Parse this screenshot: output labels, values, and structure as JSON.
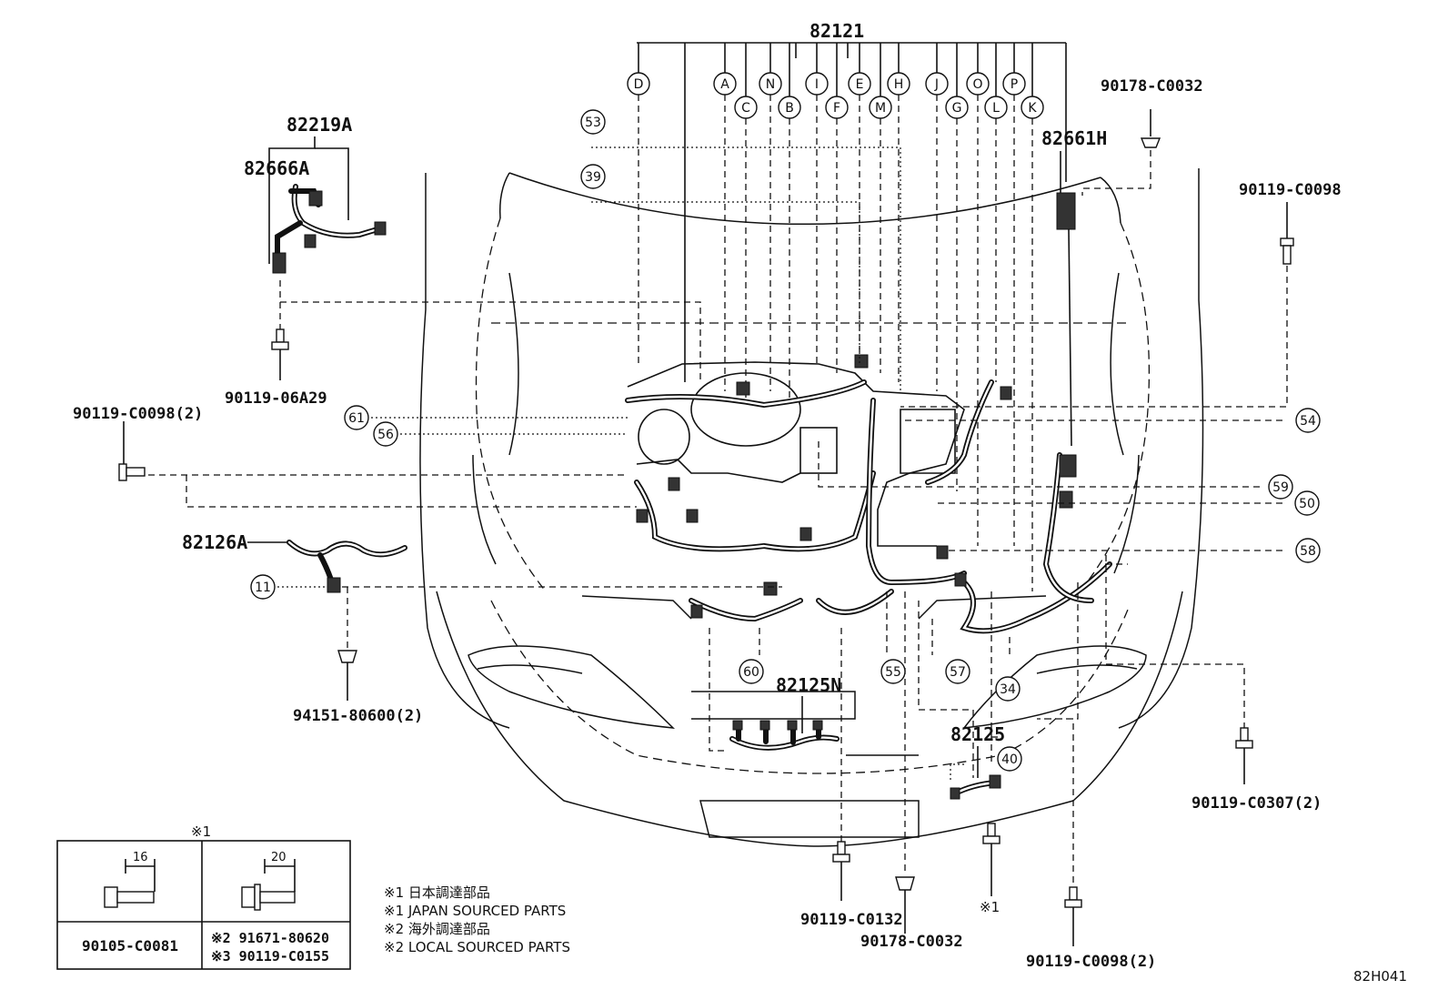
{
  "main_part": "82121",
  "top_connectors": [
    "D",
    "A",
    "C",
    "N",
    "B",
    "I",
    "F",
    "E",
    "M",
    "H",
    "J",
    "G",
    "O",
    "L",
    "P",
    "K"
  ],
  "parts": {
    "p82219A": "82219A",
    "p82666A": "82666A",
    "p82661H": "82661H",
    "p82126A": "82126A",
    "p82125N": "82125N",
    "p82125": "82125"
  },
  "fasteners": {
    "f_90178_top": "90178-C0032",
    "f_90119_c0098_right": "90119-C0098",
    "f_90119_06a29": "90119-06A29",
    "f_90119_c0098_2_left": "90119-C0098(2)",
    "f_94151": "94151-80600(2)",
    "f_90119_c0307": "90119-C0307(2)",
    "f_90119_c0132": "90119-C0132",
    "f_90178_bottom": "90178-C0032",
    "f_90119_c0098_2_bottom": "90119-C0098(2)",
    "f_note1": "※1"
  },
  "callouts": [
    "53",
    "39",
    "61",
    "56",
    "54",
    "59",
    "50",
    "58",
    "11",
    "60",
    "55",
    "57",
    "34",
    "40"
  ],
  "legend": {
    "marker": "※1",
    "dim_left": "16",
    "dim_right": "20",
    "part_left": "90105-C0081",
    "part_right_1": "※2 91671-80620",
    "part_right_2": "※3 90119-C0155"
  },
  "notes": [
    "※1 日本調達部品",
    "※1 JAPAN SOURCED PARTS",
    "※2 海外調達部品",
    "※2 LOCAL SOURCED PARTS"
  ],
  "diagram_code": "82H041"
}
